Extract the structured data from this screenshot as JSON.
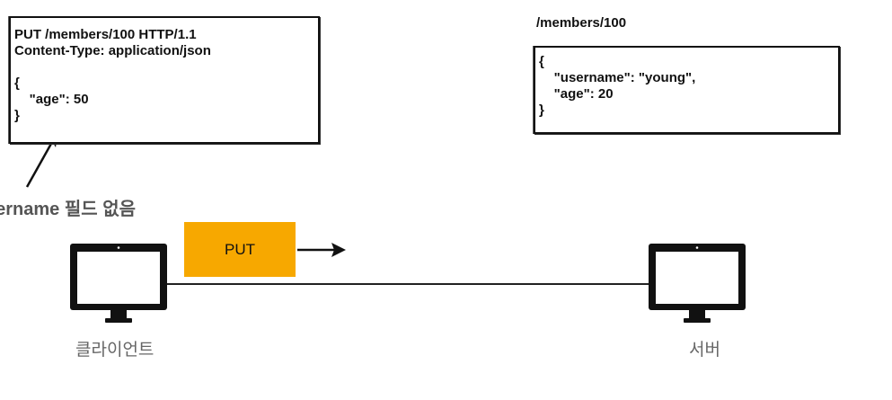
{
  "request": {
    "lines": [
      "PUT /members/100 HTTP/1.1",
      "Content-Type: application/json",
      "",
      "{",
      "    \"age\": 50",
      "}"
    ]
  },
  "resource": {
    "title": "/members/100",
    "lines": [
      "{",
      "    \"username\": \"young\",",
      "    \"age\": 20",
      "}"
    ]
  },
  "note": "sername 필드 없음",
  "method_label": "PUT",
  "client_label": "클라이언트",
  "server_label": "서버",
  "colors": {
    "method_box": "#f7a800",
    "label_text": "#666666"
  },
  "icons": [
    "monitor-icon",
    "arrow-icon"
  ]
}
